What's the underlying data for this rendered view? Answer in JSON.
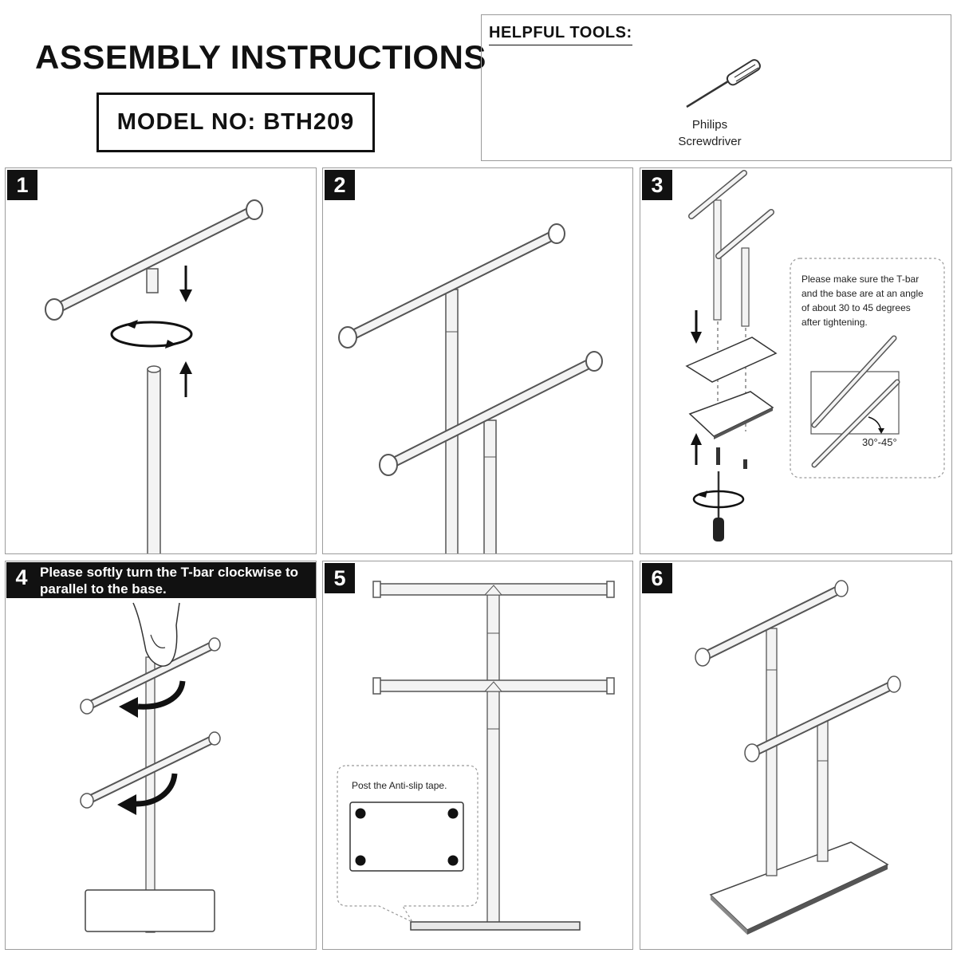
{
  "header": {
    "title": "ASSEMBLY INSTRUCTIONS",
    "model_label": "MODEL NO: BTH209"
  },
  "tools": {
    "title": "HELPFUL TOOLS:",
    "items": [
      {
        "name_line1": "Philips",
        "name_line2": "Screwdriver",
        "icon": "screwdriver-icon"
      }
    ]
  },
  "steps": [
    {
      "number": "1"
    },
    {
      "number": "2"
    },
    {
      "number": "3",
      "note_lines": [
        "Please make sure the T-bar",
        "and the base are at an angle",
        "of about 30 to 45 degrees",
        "after tightening."
      ],
      "angle_label": "30°-45°"
    },
    {
      "number": "4",
      "instruction_line1": "Please softly turn the T-bar clockwise to",
      "instruction_line2": "parallel to the base."
    },
    {
      "number": "5",
      "note": "Post the Anti-slip tape."
    },
    {
      "number": "6"
    }
  ],
  "colors": {
    "ink": "#111111",
    "panel_border": "#9c9c9c",
    "metal_light": "#f2f2f2",
    "metal_dark": "#555555"
  }
}
